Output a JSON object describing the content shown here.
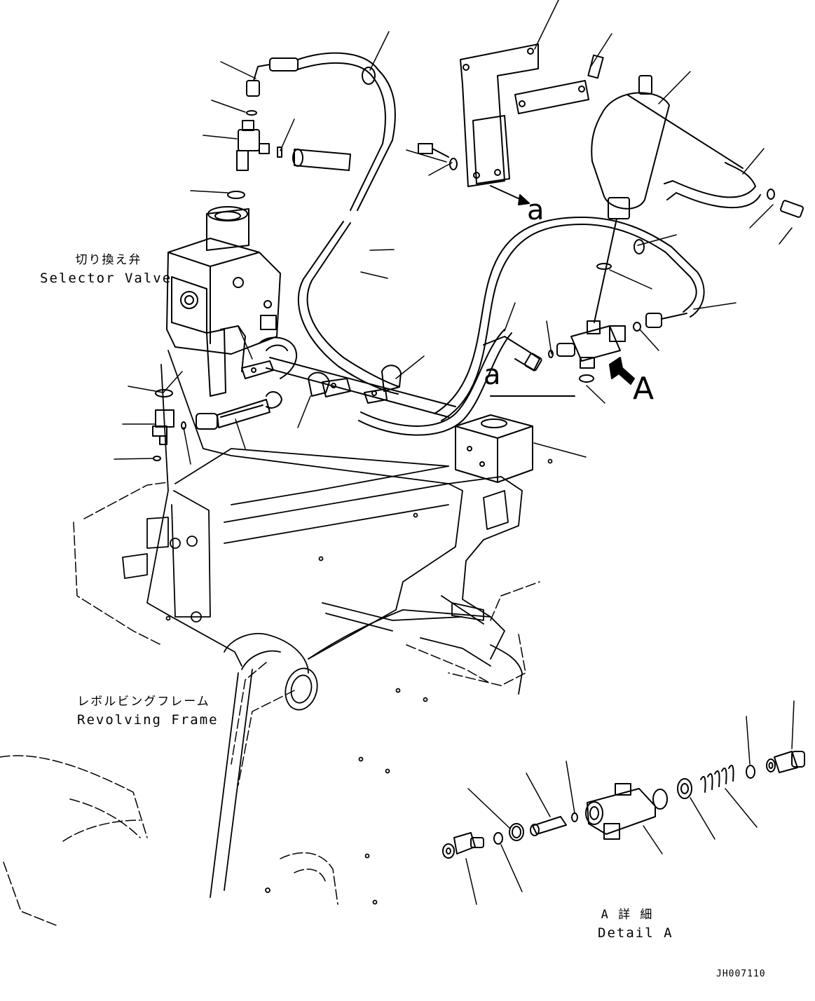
{
  "labels": {
    "selector_valve_jp": "切り換え弁",
    "selector_valve_en": "Selector Valve",
    "revolving_frame_jp": "レボルビングフレーム",
    "revolving_frame_en": "Revolving Frame",
    "detail_a_jp": "A 詳 細",
    "detail_a_en": "Detail A"
  },
  "callouts": {
    "a_upper": "a",
    "a_lower": "a",
    "view_a": "A"
  },
  "drawing_code": "JH007110",
  "colors": {
    "line": "#000000",
    "background": "#ffffff"
  }
}
